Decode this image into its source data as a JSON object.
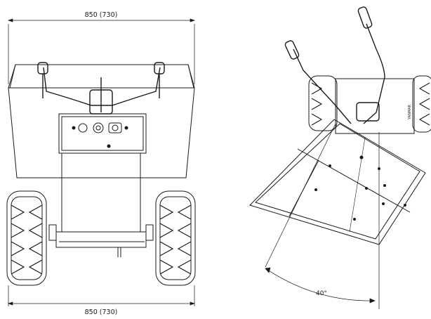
{
  "front_view": {
    "top_width_label": "850 (730)",
    "bottom_width_label": "850 (730)"
  },
  "side_view": {
    "tilt_angle_label": "40°",
    "tilt_angle_deg": 40,
    "brand_label": "YANMAR"
  },
  "colors": {
    "line": "#1a1a1a",
    "background": "#ffffff"
  },
  "icons": [
    "wheel-icon",
    "handlebar-icon",
    "dump-bed-icon",
    "control-panel-icon"
  ]
}
